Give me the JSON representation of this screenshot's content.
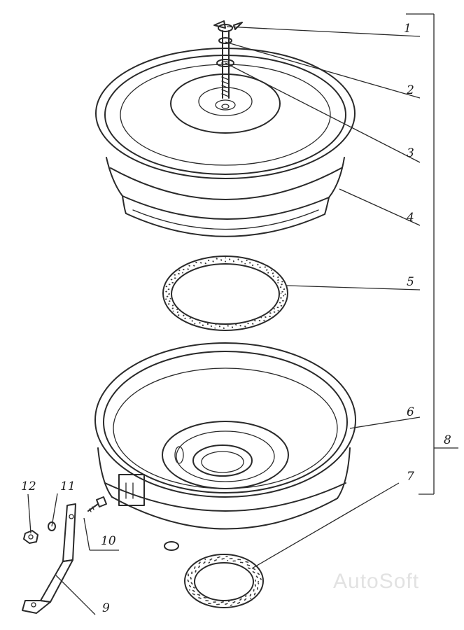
{
  "callouts": [
    {
      "id": "1",
      "label": "1"
    },
    {
      "id": "2",
      "label": "2"
    },
    {
      "id": "3",
      "label": "3"
    },
    {
      "id": "4",
      "label": "4"
    },
    {
      "id": "5",
      "label": "5"
    },
    {
      "id": "6",
      "label": "6"
    },
    {
      "id": "7",
      "label": "7"
    },
    {
      "id": "8",
      "label": "8"
    },
    {
      "id": "9",
      "label": "9"
    },
    {
      "id": "10",
      "label": "10"
    },
    {
      "id": "11",
      "label": "11"
    },
    {
      "id": "12",
      "label": "12"
    }
  ],
  "watermark": "AutoSoft",
  "colors": {
    "ink": "#2a2a2a",
    "paper": "#ffffff",
    "watermark": "#e2e2e2"
  }
}
